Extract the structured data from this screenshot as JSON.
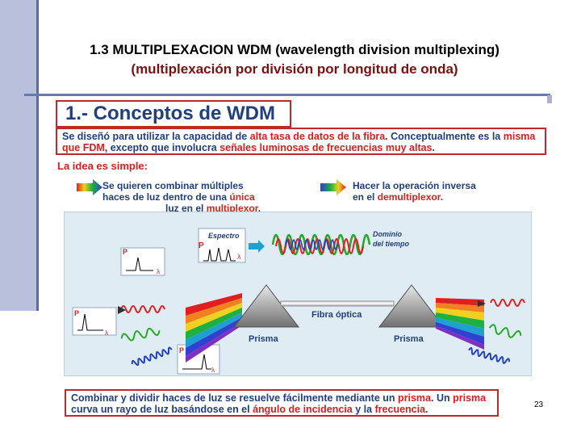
{
  "slide": {
    "title_line1": "1.3 MULTIPLEXACION WDM (wavelength division multiplexing)",
    "title_line2": "(multiplexación por división por longitud de onda)",
    "heading": "1.- Conceptos de WDM",
    "intro": {
      "p1": "Se diseñó para utilizar la capacidad de ",
      "p2": "alta tasa de datos de la fibra",
      "p3": ". Conceptualmente es la ",
      "p4": "misma que FDM",
      "p5": ", excepto que involucra ",
      "p6": "señales luminosas de frecuencias muy altas",
      "p7": "."
    },
    "idea_label": "La idea es simple:",
    "idea_left": {
      "l1": "Se quieren combinar múltiples",
      "l2": "haces de luz dentro de una ",
      "l2b": "única",
      "l3": "luz en el ",
      "l3b": "multiplexor",
      "l3c": "."
    },
    "idea_right": {
      "l1": "Hacer la operación inversa",
      "l2": "en el ",
      "l2b": "demultiplexor",
      "l2c": "."
    },
    "bottom": {
      "p1": "Combinar y dividir haces de luz se resuelve fácilmente mediante un ",
      "p2": "prisma",
      "p3": ". Un ",
      "p4": "prisma",
      "p5": " curva un rayo de luz basándose en el ",
      "p6": "ángulo de incidencia",
      "p7": " y la ",
      "p8": "frecuencia",
      "p9": "."
    },
    "page_number": "23"
  },
  "diagram": {
    "spectrum_label": "Espectro",
    "time_domain_label_1": "Dominio",
    "time_domain_label_2": "del tiempo",
    "fiber_label": "Fibra óptica",
    "prism_left_label": "Prisma",
    "prism_right_label": "Prisma",
    "power_symbol": "P",
    "lambda_symbol": "λ",
    "colors": {
      "red": "#e02020",
      "green": "#22aa22",
      "blue": "#2040c0",
      "accent": "#c0282a",
      "text_blue": "#1f3f7f"
    }
  }
}
